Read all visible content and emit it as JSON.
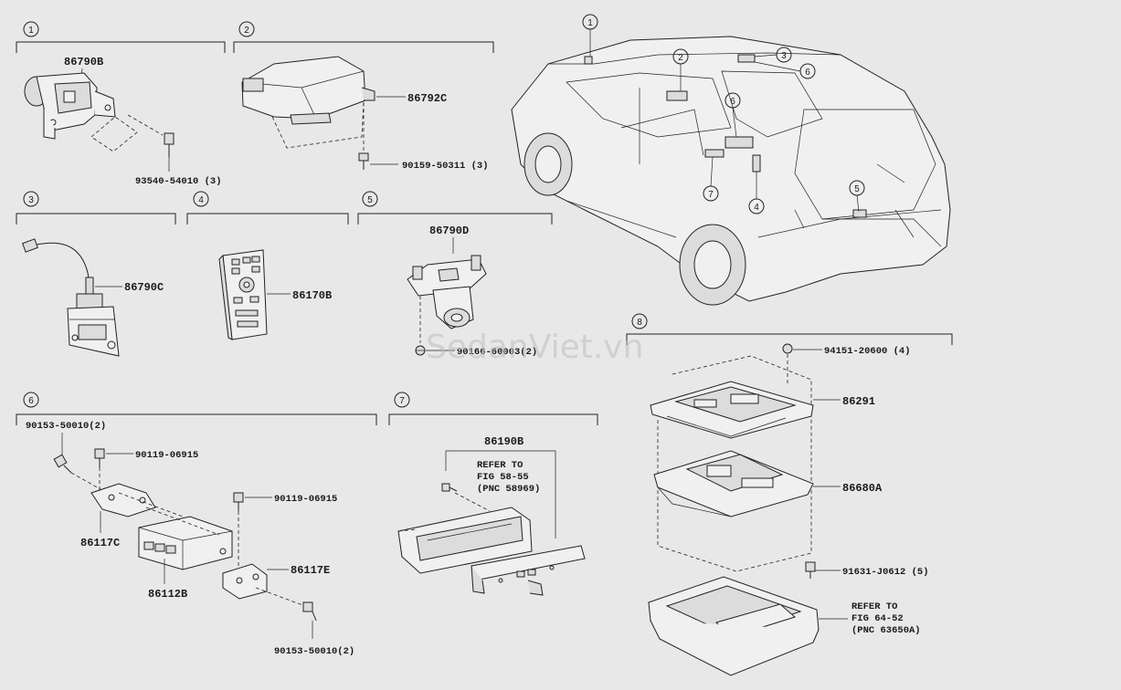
{
  "watermark": "SedanViet.vn",
  "groups": [
    {
      "num": "1",
      "parts": [
        {
          "code": "86790B"
        },
        {
          "code": "93540-54010 (3)"
        }
      ]
    },
    {
      "num": "2",
      "parts": [
        {
          "code": "86792C"
        },
        {
          "code": "90159-50311 (3)"
        }
      ]
    },
    {
      "num": "3",
      "parts": [
        {
          "code": "86790C"
        }
      ]
    },
    {
      "num": "4",
      "parts": [
        {
          "code": "86170B"
        }
      ]
    },
    {
      "num": "5",
      "parts": [
        {
          "code": "86790D"
        },
        {
          "code": "90166-60003(2)"
        }
      ]
    },
    {
      "num": "6",
      "parts": [
        {
          "code": "90153-50010(2)"
        },
        {
          "code": "90119-06915"
        },
        {
          "code": "90119-06915"
        },
        {
          "code": "86117C"
        },
        {
          "code": "86117E"
        },
        {
          "code": "86112B"
        },
        {
          "code": "90153-50010(2)"
        }
      ]
    },
    {
      "num": "7",
      "parts": [
        {
          "code": "86190B"
        }
      ],
      "refer": [
        "REFER TO",
        "FIG 58-55",
        "(PNC 58969)"
      ]
    },
    {
      "num": "8",
      "parts": [
        {
          "code": "94151-20600 (4)"
        },
        {
          "code": "86291"
        },
        {
          "code": "86680A"
        },
        {
          "code": "91631-J0612 (5)"
        }
      ],
      "refer": [
        "REFER TO",
        "FIG 64-52",
        "(PNC 63650A)"
      ]
    }
  ],
  "vehicle_callouts": [
    "1",
    "2",
    "3",
    "6",
    "6",
    "4",
    "7",
    "5"
  ]
}
